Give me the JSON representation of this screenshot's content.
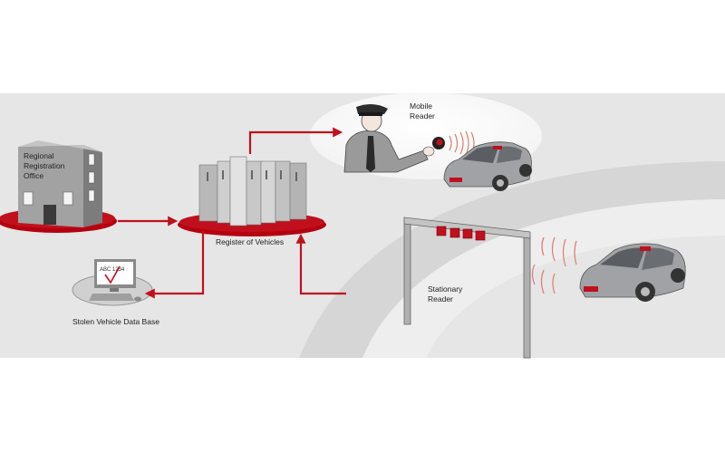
{
  "labels": {
    "regional_office": [
      "Regional",
      "Registration",
      "Office"
    ],
    "register": "Register of Vehicles",
    "mobile_reader": [
      "Mobile",
      "Reader"
    ],
    "stationary_reader": [
      "Stationary",
      "Reader"
    ],
    "stolen_db": "Stolen Vehicle Data Base"
  },
  "screen_text": "ABC 1234",
  "colors": {
    "accent": "#c0101e",
    "band": "#e6e6e6",
    "building": "#8e8e8e",
    "car": "#a0a2a6"
  }
}
